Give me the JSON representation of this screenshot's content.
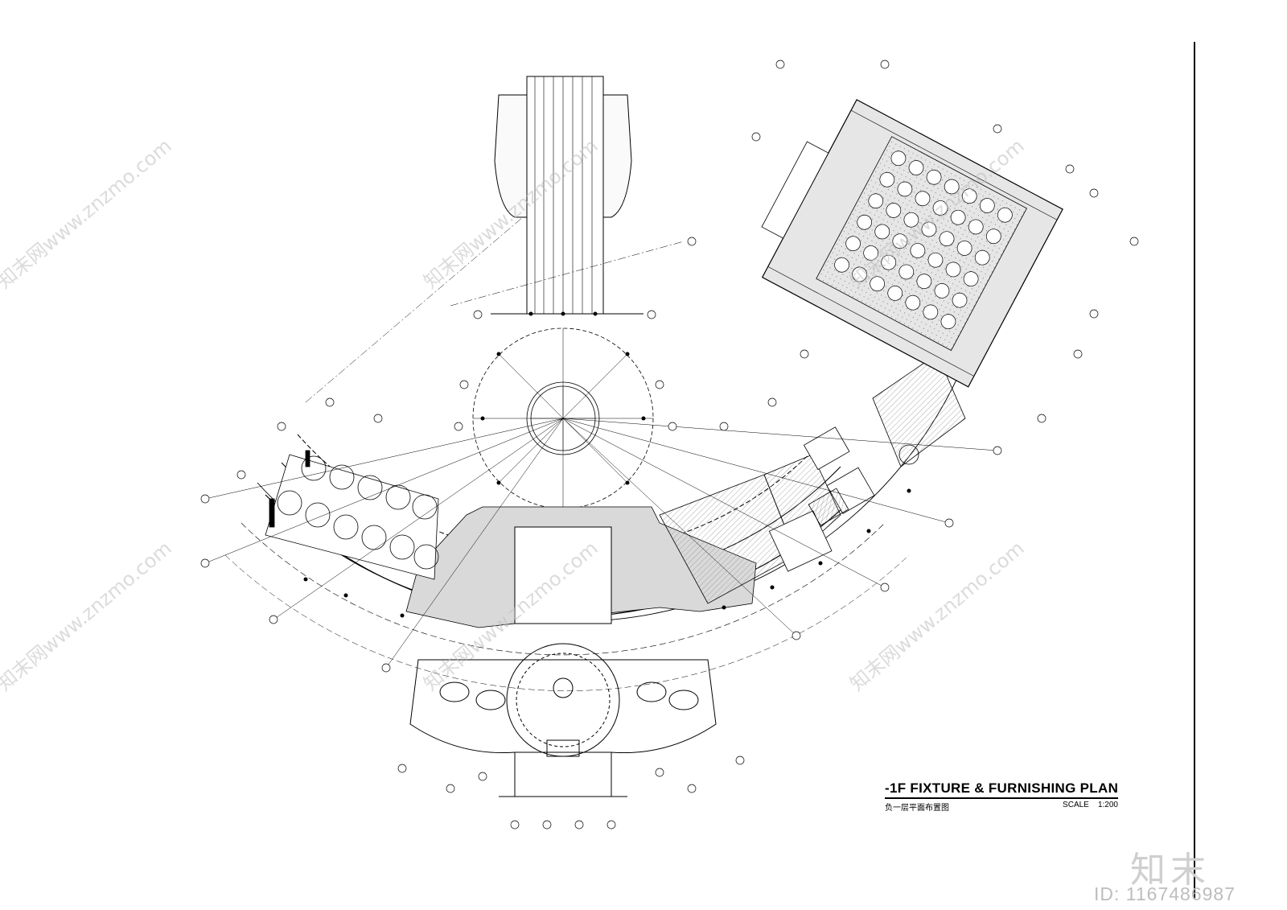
{
  "plan": {
    "title": "-1F FIXTURE & FURNISHING  PLAN",
    "subtitle_cn": "负一层平面布置图",
    "scale_label": "SCALE",
    "scale_value": "1:200"
  },
  "watermark": {
    "logo_text": "知末",
    "id_text": "ID: 1167486987",
    "site_text": "知末网www.znzmo.com"
  },
  "colors": {
    "line": "#000000",
    "hatch": "#bdbdbd",
    "shade": "#d9d9d9",
    "watermark": "#c8c8c8"
  }
}
